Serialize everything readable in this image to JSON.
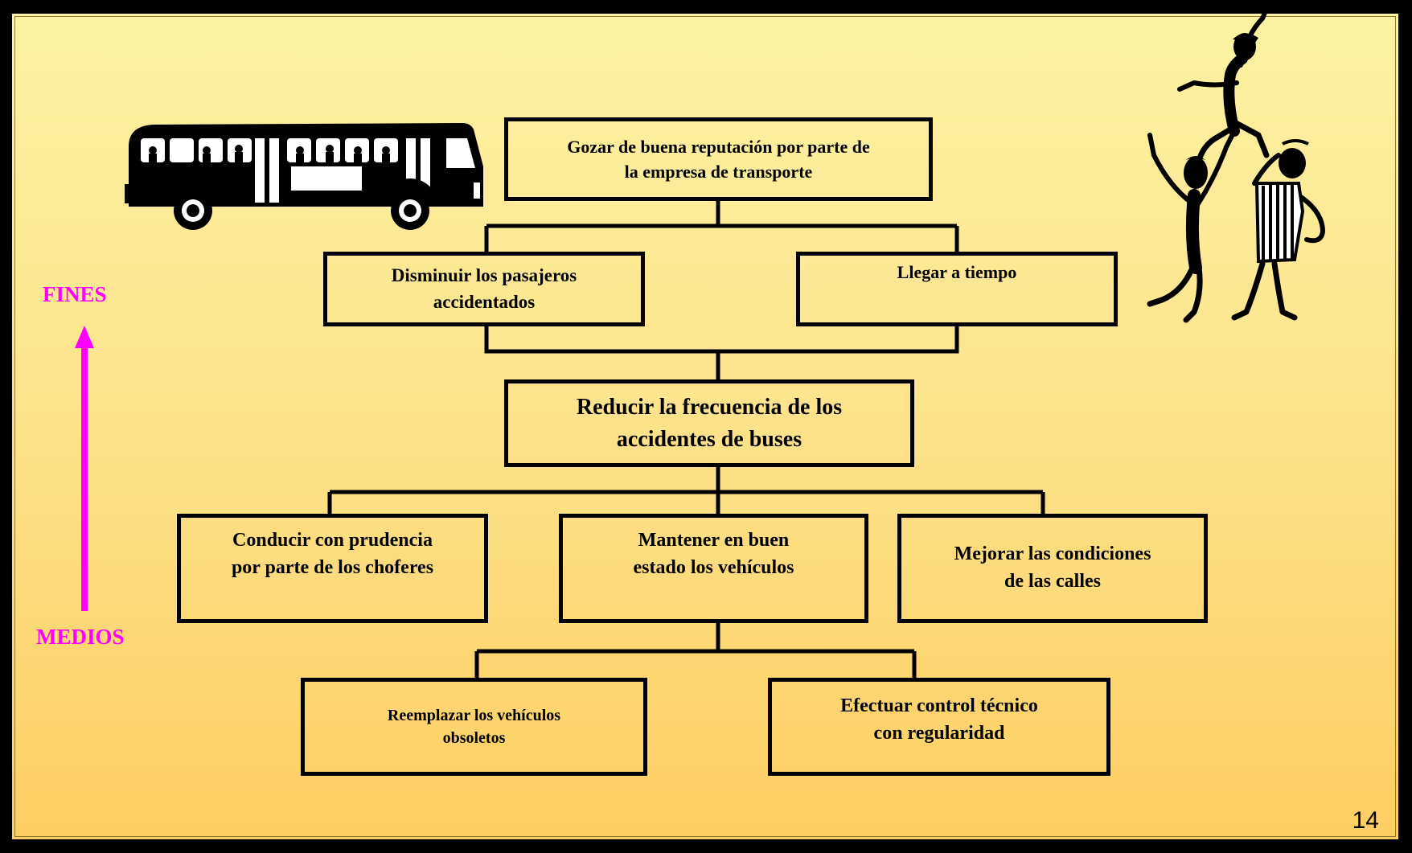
{
  "diagram": {
    "ends_label": "FINES",
    "means_label": "MEDIOS",
    "page_number": "14",
    "boxes": {
      "top": "Gozar de buena reputación por parte de\nla empresa de transporte",
      "fin_left": "Disminuir los pasajeros\naccidentados",
      "fin_right": "Llegar a tiempo",
      "center": "Reducir la frecuencia de los\naccidentes de buses",
      "medio_left": "Conducir con prudencia\npor parte de los choferes",
      "medio_center": "Mantener en buen\nestado los vehículos",
      "medio_right": "Mejorar las condiciones\nde las calles",
      "sub_left": "Reemplazar los vehículos\nobsoletos",
      "sub_right": "Efectuar control técnico\ncon regularidad"
    },
    "colors": {
      "accent": "#ff00ff",
      "background_top": "#fbf3a2",
      "background_bottom": "#fdce62",
      "frame": "#000000"
    },
    "icons": [
      "bus-clipart",
      "dancing-people-clipart",
      "up-arrow-icon"
    ]
  }
}
